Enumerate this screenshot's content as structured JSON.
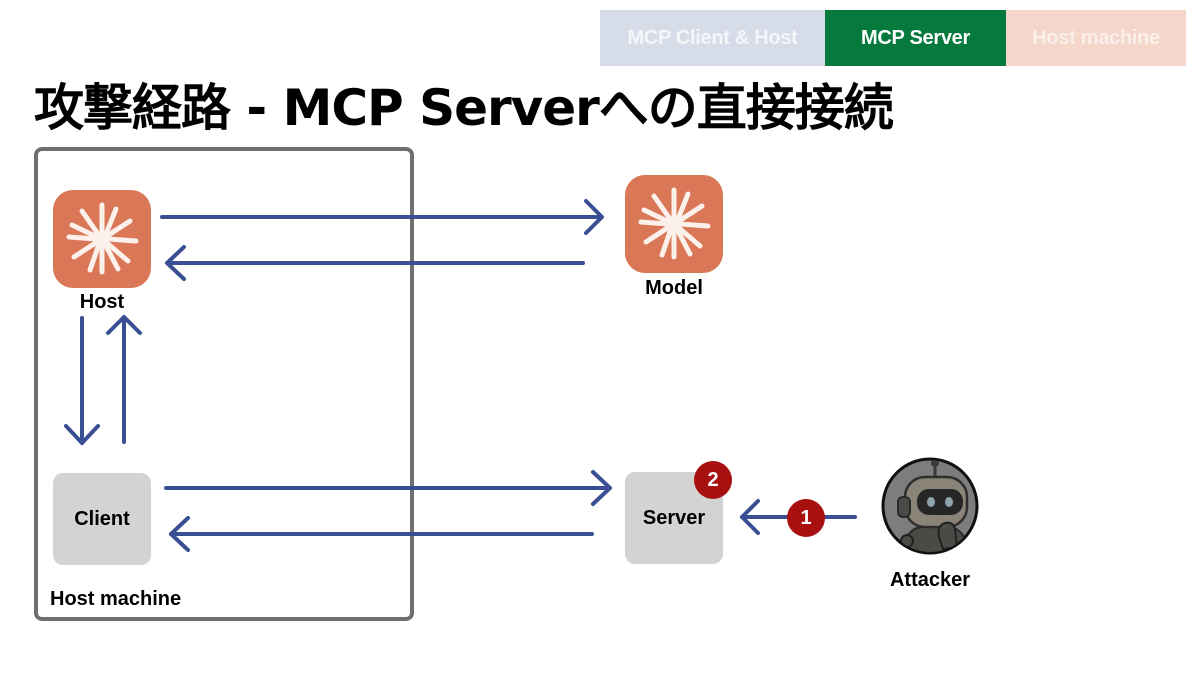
{
  "legend_tabs": [
    {
      "label": "MCP Client & Host",
      "color": "#d7dde8",
      "active": false
    },
    {
      "label": "MCP Server",
      "color": "#067a3d",
      "active": true
    },
    {
      "label": "Host machine",
      "color": "#f5d6cb",
      "active": false
    }
  ],
  "title": "攻撃経路 - MCP Serverへの直接接続",
  "host_machine": {
    "label": "Host machine"
  },
  "nodes": {
    "host": {
      "label": "Host",
      "icon": "sparkle-icon"
    },
    "model": {
      "label": "Model",
      "icon": "sparkle-icon"
    },
    "client": {
      "label": "Client"
    },
    "server": {
      "label": "Server",
      "badge": "2"
    },
    "attacker": {
      "label": "Attacker",
      "icon": "robot-avatar"
    }
  },
  "attack_step_badge": "1",
  "colors": {
    "arrow": "#3a4f93",
    "badge": "#a80f0f",
    "app_icon": "#d97757",
    "grey_box": "#d3d3d3",
    "frame": "#6f6f6f"
  }
}
